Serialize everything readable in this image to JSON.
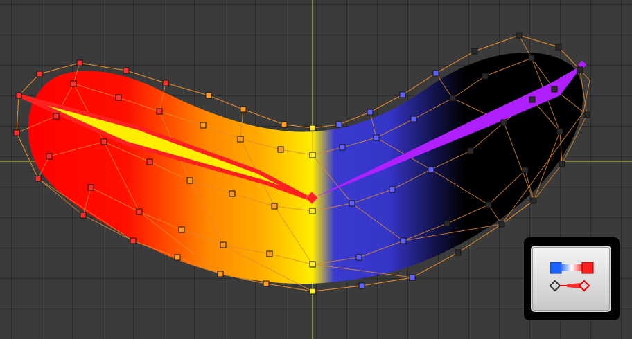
{
  "viewport": {
    "grid_color": "#2e2e2e",
    "axis_color": "#c8d040",
    "gradient_stops": [
      {
        "offset": 0.0,
        "color": "#ff0000"
      },
      {
        "offset": 0.18,
        "color": "#ff1000"
      },
      {
        "offset": 0.33,
        "color": "#ff8800"
      },
      {
        "offset": 0.42,
        "color": "#ffaa00"
      },
      {
        "offset": 0.52,
        "color": "#ffee00"
      },
      {
        "offset": 0.56,
        "color": "#3a3ad0"
      },
      {
        "offset": 0.66,
        "color": "#3535c8"
      },
      {
        "offset": 0.75,
        "color": "#101040"
      },
      {
        "offset": 0.8,
        "color": "#000000"
      },
      {
        "offset": 1.0,
        "color": "#000000"
      }
    ],
    "left_handle_color": "#ff2020",
    "right_handle_color": "#b020ff",
    "mesh_line_color": "#e08a30"
  },
  "tool_button": {
    "icon": "gradient-tool-icon",
    "swatch_colors": [
      "#1e62ff",
      "#ffffff",
      "#ff2020"
    ]
  }
}
